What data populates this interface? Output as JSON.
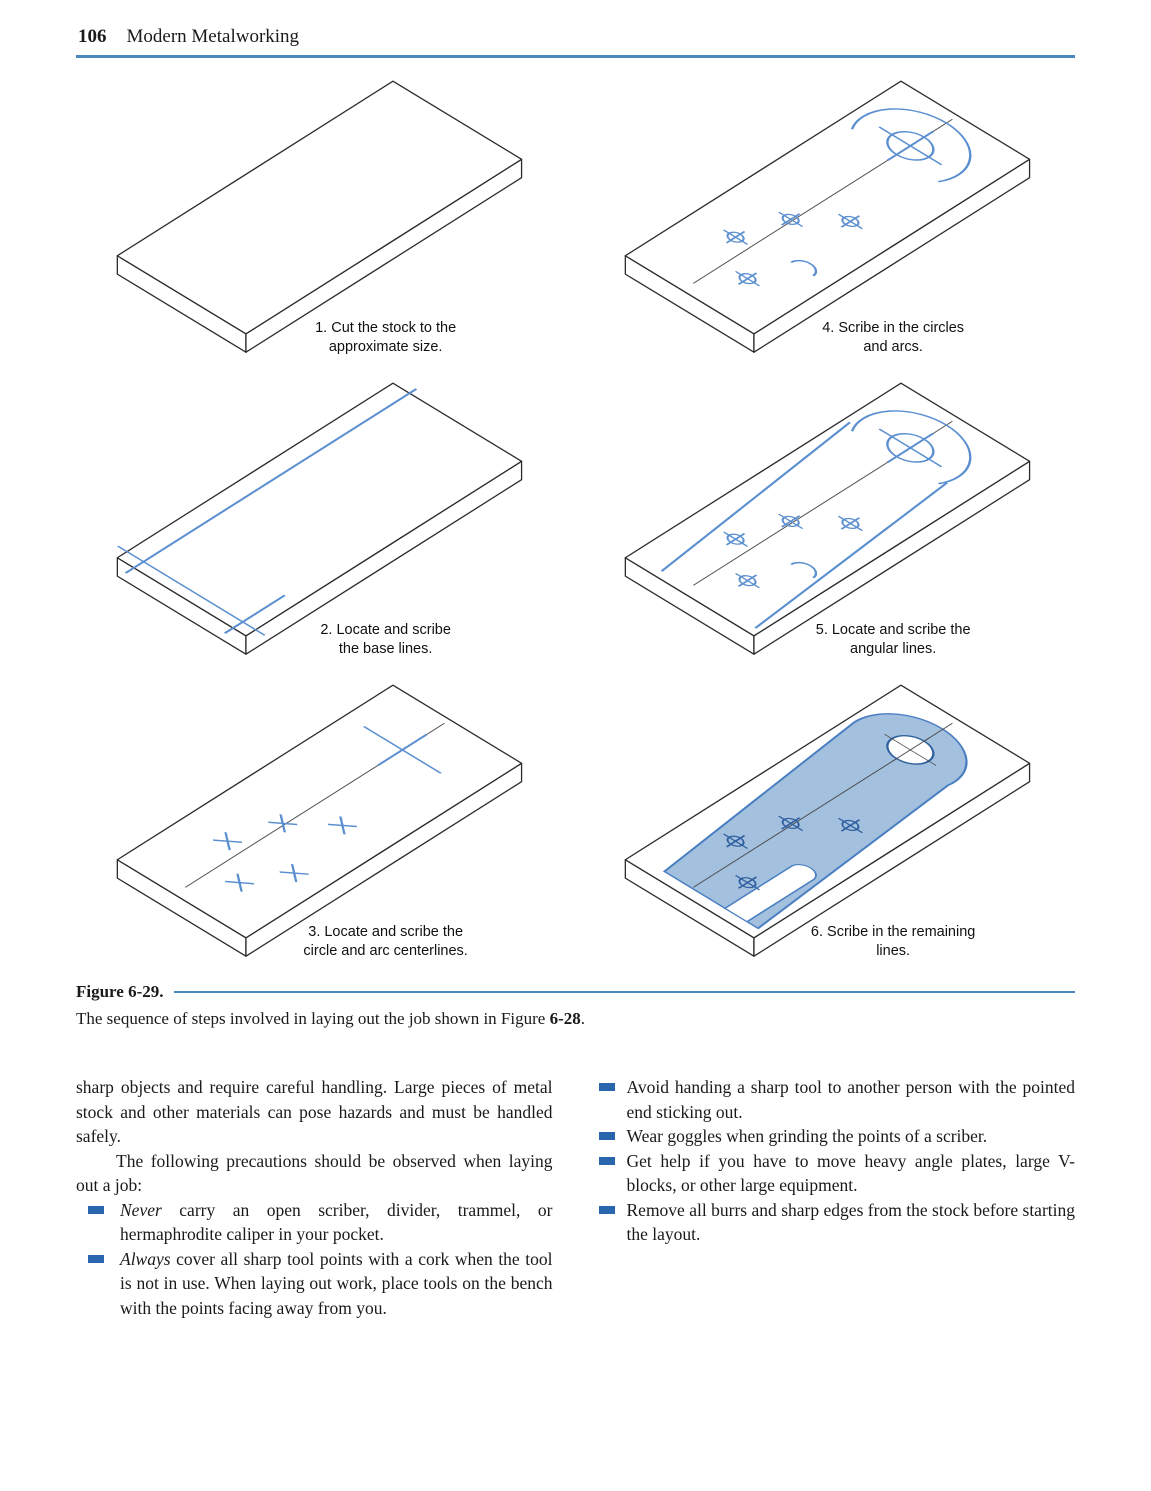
{
  "page": {
    "number": "106",
    "book_title": "Modern Metalworking"
  },
  "figure": {
    "label": "Figure 6-29.",
    "caption_pre": "The sequence of steps involved in laying out the job shown in Figure ",
    "caption_bold": "6-28",
    "caption_post": ".",
    "steps": [
      {
        "line1": "1. Cut the stock to the",
        "line2": "approximate size."
      },
      {
        "line1": "2. Locate and scribe",
        "line2": "the base lines."
      },
      {
        "line1": "3. Locate and scribe the",
        "line2": "circle and arc centerlines."
      },
      {
        "line1": "4. Scribe in the circles",
        "line2": "and arcs."
      },
      {
        "line1": "5. Locate and scribe the",
        "line2": "angular lines."
      },
      {
        "line1": "6. Scribe in the remaining",
        "line2": "lines."
      }
    ]
  },
  "body": {
    "left": {
      "para1": "sharp objects and require careful handling. Large pieces of metal stock and other materials can pose hazards and must be handled safely.",
      "para2": "The following precautions should be observed when laying out a job:",
      "bullets": [
        {
          "lead": "Never",
          "rest": " carry an open scriber, divider, trammel, or hermaphrodite caliper in your pocket."
        },
        {
          "lead": "Always",
          "rest": " cover all sharp tool points with a cork when the tool is not in use. When laying out work, place tools on the bench with the points facing away from you."
        }
      ]
    },
    "right": {
      "bullets": [
        "Avoid handing a sharp tool to another person with the pointed end sticking out.",
        "Wear goggles when grinding the points of a scriber.",
        "Get help if you have to move heavy angle plates, large V-blocks, or other large equipment.",
        "Remove all burrs and sharp edges from the stock before starting the layout."
      ]
    }
  },
  "colors": {
    "rule_blue": "#4b87bf",
    "scribe_blue": "#5b8fd0",
    "part_fill_blue": "#a3c0de",
    "bullet_blue": "#2a66ae"
  }
}
